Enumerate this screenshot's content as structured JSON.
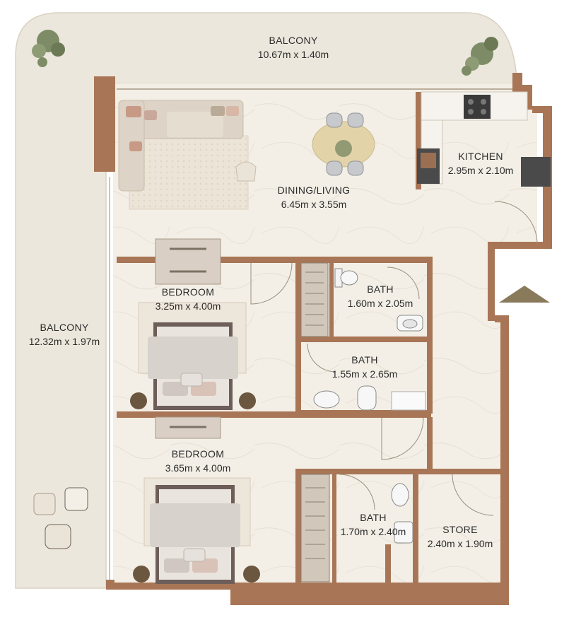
{
  "rooms": {
    "balcony_top": {
      "name": "BALCONY",
      "dims": "10.67m x 1.40m"
    },
    "balcony_side": {
      "name": "BALCONY",
      "dims": "12.32m x 1.97m"
    },
    "dining_living": {
      "name": "DINING/LIVING",
      "dims": "6.45m x 3.55m"
    },
    "kitchen": {
      "name": "KITCHEN",
      "dims": "2.95m x 2.10m"
    },
    "bedroom_1": {
      "name": "BEDROOM",
      "dims": "3.25m x 4.00m"
    },
    "bedroom_2": {
      "name": "BEDROOM",
      "dims": "3.65m x 4.00m"
    },
    "bath_1": {
      "name": "BATH",
      "dims": "1.60m x 2.05m"
    },
    "bath_2": {
      "name": "BATH",
      "dims": "1.55m x 2.65m"
    },
    "bath_3": {
      "name": "BATH",
      "dims": "1.70m x 2.40m"
    },
    "store": {
      "name": "STORE",
      "dims": "2.40m x 1.90m"
    }
  },
  "colors": {
    "wall": "#a87656",
    "floor": "#f3efe6",
    "balcony": "#ece7dc",
    "text": "#2b2b2b",
    "entrance_marker": "#8a7a5c"
  },
  "icons": [
    "plant-icon",
    "sofa-icon",
    "dining-table-icon",
    "bed-icon",
    "toilet-icon",
    "sink-icon",
    "wardrobe-icon",
    "stove-icon",
    "entrance-arrow-icon"
  ]
}
